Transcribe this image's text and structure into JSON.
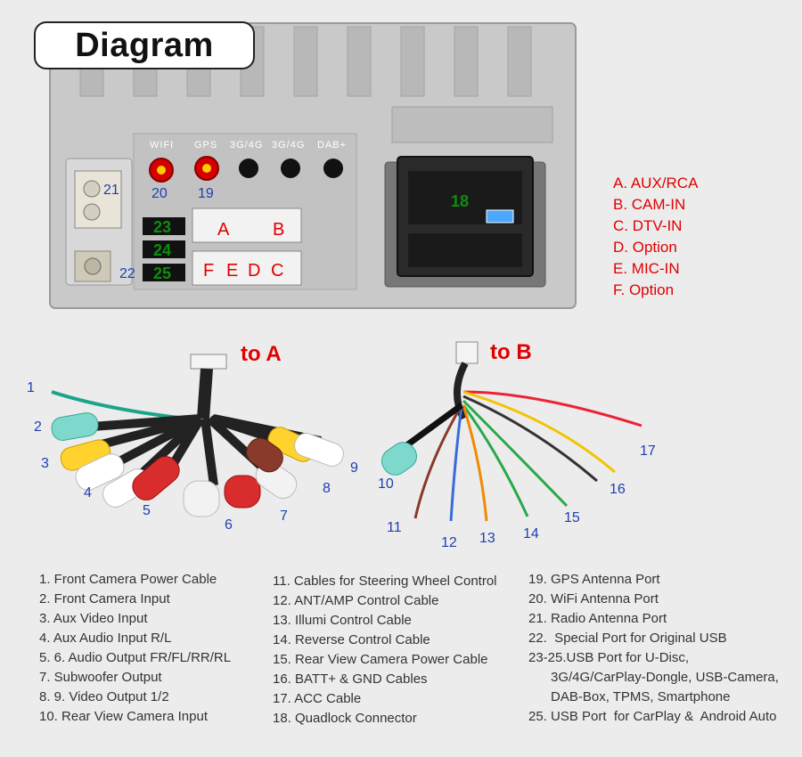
{
  "title": "Diagram",
  "connector_legend": [
    "A. AUX/RCA",
    "B. CAM-IN",
    "C. DTV-IN",
    "D. Option",
    "E. MIC-IN",
    "F. Option"
  ],
  "harness_a_label": "to A",
  "harness_b_label": "to B",
  "panel": {
    "antenna_labels": [
      "WIFI",
      "GPS",
      "3G/4G",
      "3G/4G",
      "DAB+"
    ],
    "port_numbers": [
      "20",
      "19",
      "21",
      "22",
      "18",
      "23",
      "24",
      "25"
    ],
    "plug_letters_top": [
      "A",
      "B"
    ],
    "plug_letters_bottom": [
      "F",
      "E",
      "D",
      "C"
    ]
  },
  "harness_a_numbers": [
    "1",
    "2",
    "3",
    "4",
    "5",
    "6",
    "7",
    "8",
    "9"
  ],
  "harness_b_numbers": [
    "10",
    "11",
    "12",
    "13",
    "14",
    "15",
    "16",
    "17"
  ],
  "legend_col1": [
    "1. Front Camera Power Cable",
    "2. Front Camera Input",
    "3. Aux Video Input",
    "4. Aux Audio Input R/L",
    "5. 6. Audio Output FR/FL/RR/RL",
    "7. Subwoofer Output",
    "8. 9. Video Output 1/2",
    "10. Rear View Camera Input"
  ],
  "legend_col2": [
    "11. Cables for Steering Wheel Control",
    "12. ANT/AMP Control Cable",
    "13. Illumi Control Cable",
    "14. Reverse Control Cable",
    "15. Rear View Camera Power Cable",
    "16. BATT+ & GND Cables",
    "17. ACC Cable",
    "18. Quadlock Connector"
  ],
  "legend_col3": [
    "19. GPS Antenna Port",
    "20. WiFi Antenna Port",
    "21. Radio Antenna Port",
    "22.  Special Port for Original USB",
    "23-25.USB Port for U-Disc,",
    "      3G/4G/CarPlay-Dongle, USB-Camera,",
    "      DAB-Box, TPMS, Smartphone",
    "25. USB Port  for CarPlay &  Android Auto"
  ],
  "colors": {
    "accent_red": "#e10000",
    "number_blue": "#1e3fb0",
    "usb_green": "#0b8f0b"
  }
}
